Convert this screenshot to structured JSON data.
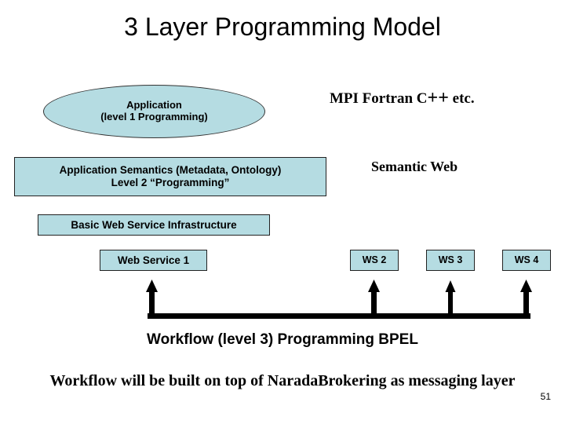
{
  "slide": {
    "title": "3 Layer Programming Model",
    "page_number": "51",
    "background_color": "#FFFFFF",
    "shape_fill_color": "#B5DCE2",
    "shape_border_color": "#222222",
    "arrow_color": "#000000"
  },
  "shapes": {
    "application_ellipse": {
      "line1": "Application",
      "line2": "(level 1 Programming)"
    },
    "app_semantics_box": {
      "line1": "Application Semantics  (Metadata, Ontology)",
      "line2": "Level 2 “Programming”"
    },
    "basic_ws_box": {
      "label": "Basic Web Service Infrastructure"
    },
    "web_services": [
      {
        "label": "Web Service 1"
      },
      {
        "label": "WS 2"
      },
      {
        "label": "WS 3"
      },
      {
        "label": "WS 4"
      }
    ]
  },
  "side_labels": {
    "mpi": {
      "prefix": "MPI Fortran C",
      "plusplus": "++",
      "suffix": " etc."
    },
    "semantic_web": "Semantic Web"
  },
  "captions": {
    "workflow": "Workflow (level 3) Programming BPEL",
    "narada": "Workflow will be built on top of NaradaBrokering as messaging layer"
  }
}
